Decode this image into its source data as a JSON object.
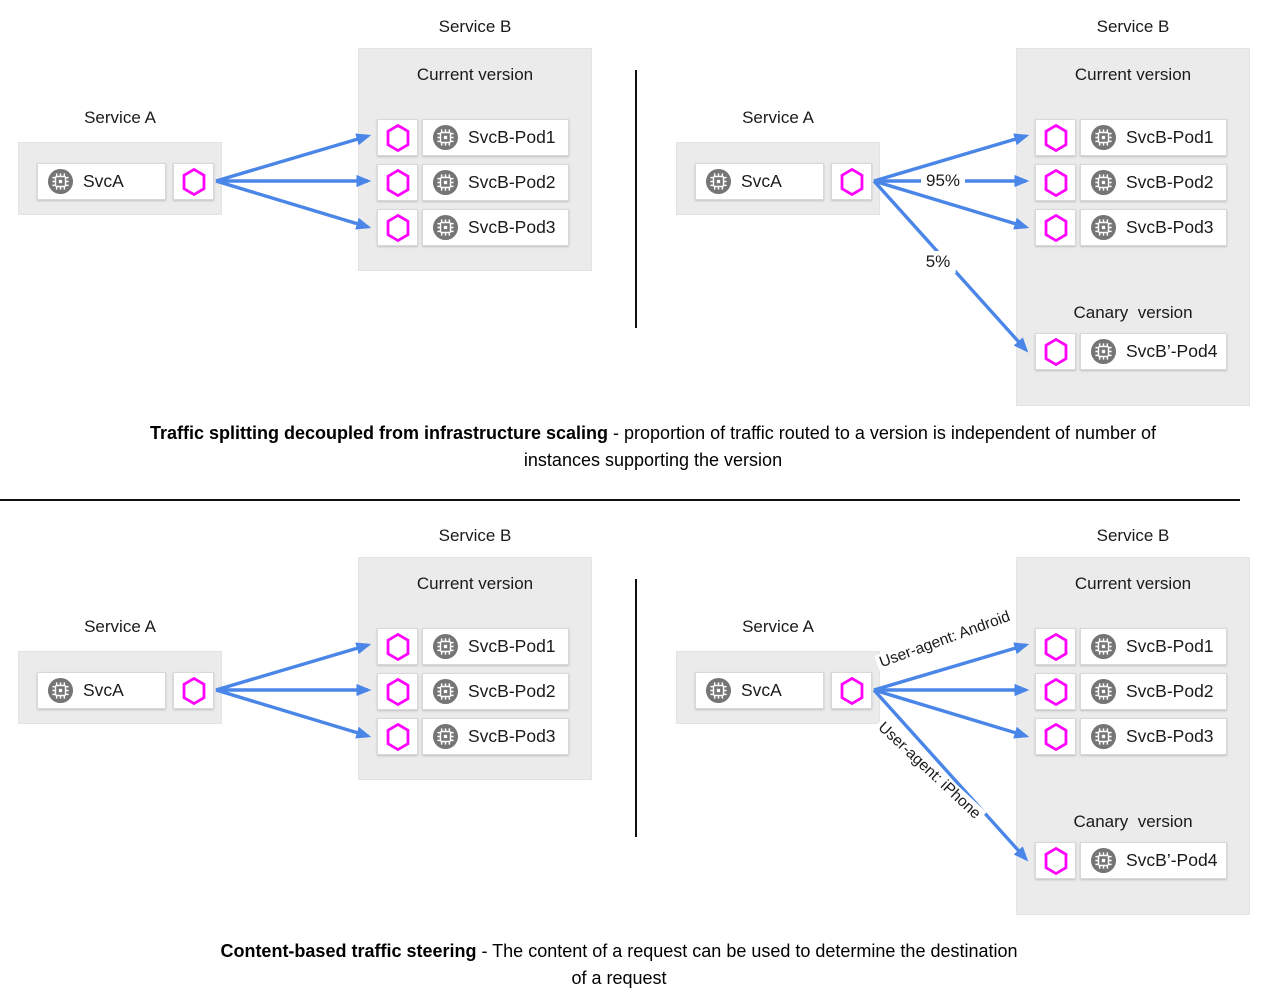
{
  "captions": {
    "top": {
      "bold": "Traffic splitting decoupled from infrastructure scaling",
      "rest": " - proportion of traffic routed to a version is independent of number of instances supporting the version"
    },
    "bottom": {
      "bold": "Content-based traffic steering",
      "rest": " - The content of a request can be used to determine the destination of a request"
    }
  },
  "panels": {
    "top_left": {
      "service_a_title": "Service A",
      "service_a_pod": "SvcA",
      "service_b_title": "Service B",
      "current_version": "Current version",
      "pods": [
        "SvcB-Pod1",
        "SvcB-Pod2",
        "SvcB-Pod3"
      ]
    },
    "top_right": {
      "service_a_title": "Service A",
      "service_a_pod": "SvcA",
      "service_b_title": "Service B",
      "current_version": "Current version",
      "pods": [
        "SvcB-Pod1",
        "SvcB-Pod2",
        "SvcB-Pod3"
      ],
      "canary_version": "Canary  version",
      "canary_pod": "SvcB’-Pod4",
      "traffic_split": {
        "current": "95%",
        "canary": "5%"
      }
    },
    "bottom_left": {
      "service_a_title": "Service A",
      "service_a_pod": "SvcA",
      "service_b_title": "Service B",
      "current_version": "Current version",
      "pods": [
        "SvcB-Pod1",
        "SvcB-Pod2",
        "SvcB-Pod3"
      ]
    },
    "bottom_right": {
      "service_a_title": "Service A",
      "service_a_pod": "SvcA",
      "service_b_title": "Service B",
      "current_version": "Current version",
      "pods": [
        "SvcB-Pod1",
        "SvcB-Pod2",
        "SvcB-Pod3"
      ],
      "canary_version": "Canary  version",
      "canary_pod": "SvcB’-Pod4",
      "routing_rules": {
        "current": "User-agent: Android",
        "canary": "User-agent: iPhone"
      }
    }
  },
  "icons": {
    "proxy": "magenta-hexagon-outline",
    "workload": "gray-circle-chip"
  },
  "colors": {
    "arrow": "#4a86e8",
    "proxy": "#ff00ff",
    "workload_circle": "#757575",
    "panel_bg": "#ebebeb",
    "divider": "#111111"
  }
}
